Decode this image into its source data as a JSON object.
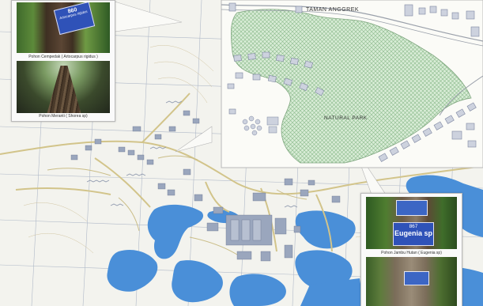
{
  "map": {
    "inset_labels": {
      "taman_anggrek": "TAMAN ANGGREK",
      "natural_park": "NATURAL PARK"
    },
    "colors": {
      "water": "#4a8fd8",
      "park_fill": "#cfe6cf",
      "grid_line": "#a9b3c4",
      "road": "#d2c48a",
      "building": "#9aa6bd",
      "paper": "#f4f4ef"
    }
  },
  "photos": {
    "top_left": {
      "caption_1": "Pohon Cempedak ( Artocarpus rigidus )",
      "caption_2": "Pohon Meranti ( Shorea sp)",
      "sign_1": {
        "number": "860",
        "name": "Artocarpus rigidus"
      }
    },
    "right": {
      "sign_1": {
        "number": "867",
        "name": "Eugenia sp"
      },
      "caption_1": "Pohon Jambu Hutan ( Eugenia sp)"
    }
  }
}
